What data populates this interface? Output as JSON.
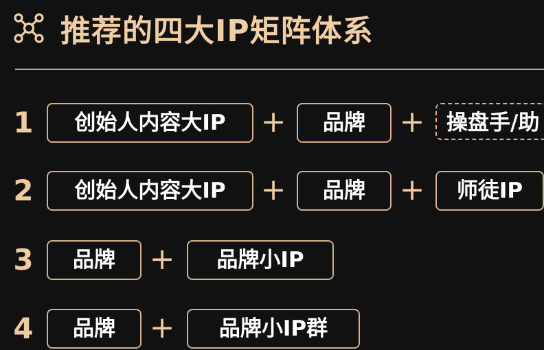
{
  "header": {
    "title": "推荐的四大IP矩阵体系",
    "icon": "network-nodes-icon"
  },
  "rows": [
    {
      "number": "1",
      "items": [
        "创始人内容大IP",
        "品牌",
        "操盘手/助"
      ]
    },
    {
      "number": "2",
      "items": [
        "创始人内容大IP",
        "品牌",
        "师徒IP"
      ]
    },
    {
      "number": "3",
      "items": [
        "品牌",
        "品牌小IP"
      ]
    },
    {
      "number": "4",
      "items": [
        "品牌",
        "品牌小IP群"
      ]
    }
  ],
  "plus_symbol": "+",
  "colors": {
    "background": "#121111",
    "accent": "#f1cfa6",
    "border": "#d7b08a",
    "text": "#ffffff"
  }
}
